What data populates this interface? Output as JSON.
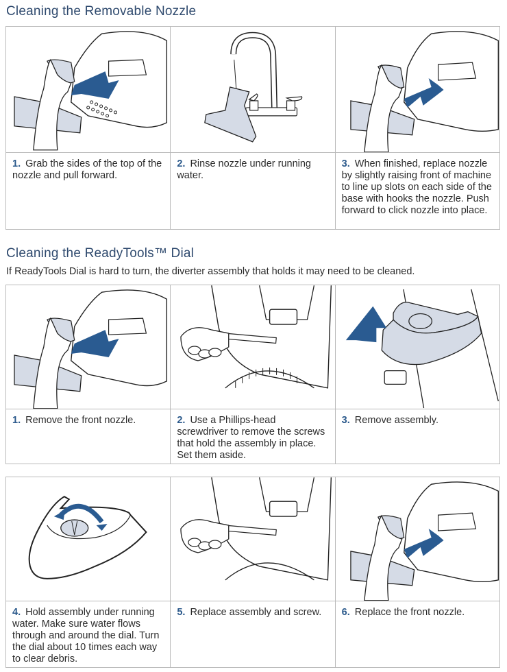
{
  "colors": {
    "heading": "#2f4a6e",
    "step_number": "#2c5a8c",
    "arrow": "#2a5b91",
    "part_fill": "#d5dbe6",
    "border": "#b9b9b9"
  },
  "section1": {
    "title": "Cleaning the Removable Nozzle",
    "steps": [
      {
        "num": "1.",
        "text": "Grab the sides of the top of the nozzle and pull forward.",
        "illustration": "hand-pulling-nozzle-forward"
      },
      {
        "num": "2.",
        "text": "Rinse nozzle under running water.",
        "illustration": "nozzle-under-faucet"
      },
      {
        "num": "3.",
        "text": "When finished, replace nozzle by slightly raising front of machine to line up slots on each side of the base with hooks the nozzle. Push forward to click nozzle into place.",
        "illustration": "hand-pushing-nozzle-back"
      }
    ]
  },
  "section2": {
    "title": "Cleaning the ReadyTools™ Dial",
    "intro": "If ReadyTools Dial is hard to turn, the diverter assembly that holds it may need to be cleaned.",
    "steps": [
      {
        "num": "1.",
        "text": "Remove the front nozzle.",
        "illustration": "hand-pulling-nozzle-forward"
      },
      {
        "num": "2.",
        "text": "Use a Phillips-head screwdriver to remove the screws that hold the assembly in place. Set them aside.",
        "illustration": "screwdriver-removing-screws"
      },
      {
        "num": "3.",
        "text": "Remove assembly.",
        "illustration": "lifting-assembly-up"
      },
      {
        "num": "4.",
        "text": "Hold assembly under running water. Make sure water flows through and around the dial. Turn the dial about 10 times each way to clear debris.",
        "illustration": "dial-rotating-arrows"
      },
      {
        "num": "5.",
        "text": "Replace assembly and screw.",
        "illustration": "screwdriver-replacing-screws"
      },
      {
        "num": "6.",
        "text": "Replace the front nozzle.",
        "illustration": "hand-pushing-nozzle-back"
      }
    ]
  }
}
